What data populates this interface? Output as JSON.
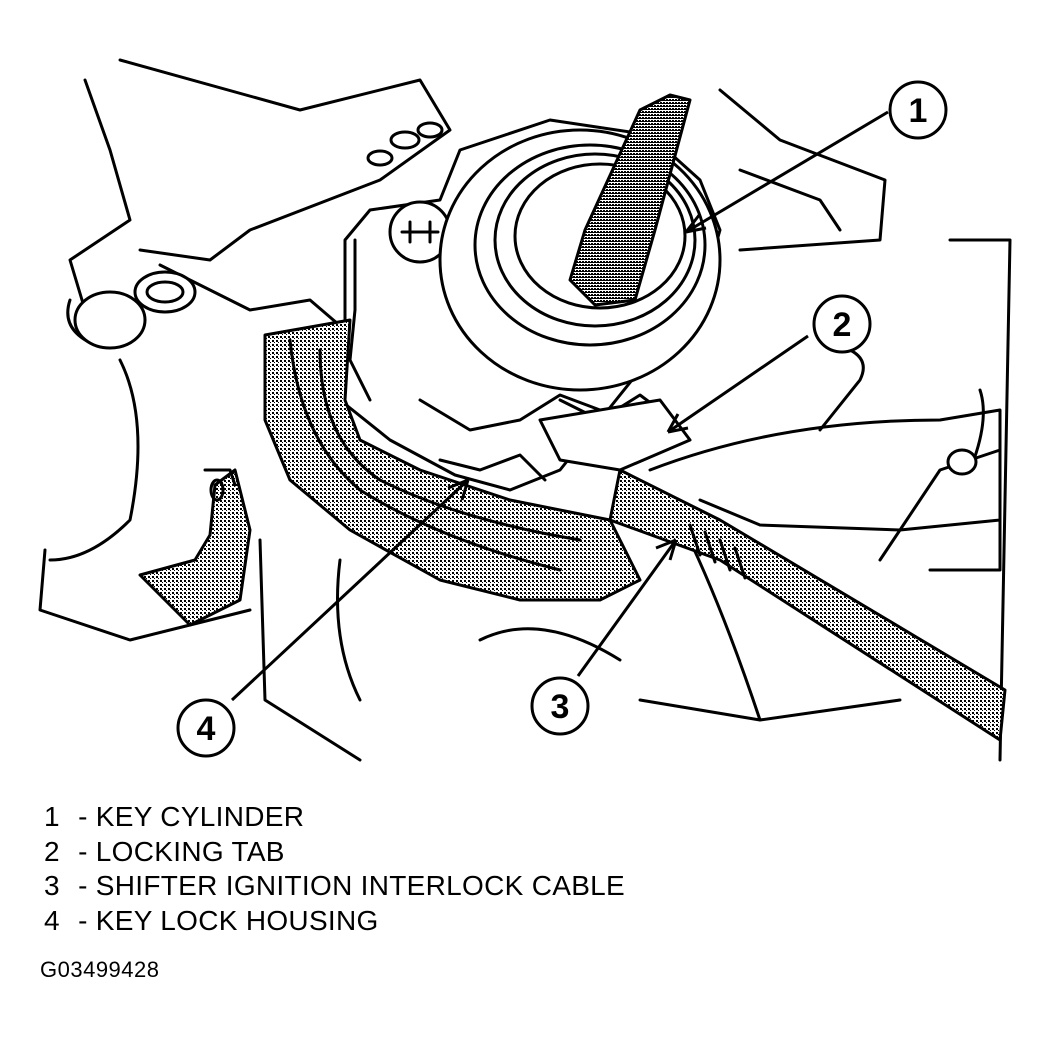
{
  "callouts": [
    {
      "number": "1",
      "label": "KEY CYLINDER"
    },
    {
      "number": "2",
      "label": "LOCKING TAB"
    },
    {
      "number": "3",
      "label": "SHIFTER IGNITION INTERLOCK CABLE"
    },
    {
      "number": "4",
      "label": "KEY LOCK HOUSING"
    }
  ],
  "legend_separator": " - ",
  "figure_id": "G03499428"
}
